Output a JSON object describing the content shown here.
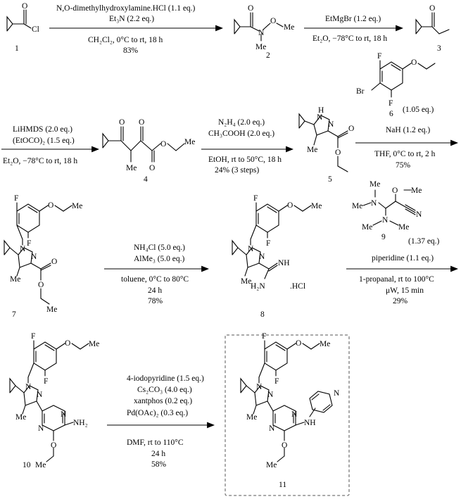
{
  "compounds": {
    "c1": "1",
    "c2": "2",
    "c3": "3",
    "c4": "4",
    "c5": "5",
    "c6": "6",
    "c7": "7",
    "c8": "8",
    "c9": "9",
    "c10": "10",
    "c11": "11"
  },
  "structure_labels": {
    "O": "O",
    "Cl": "Cl",
    "N": "N",
    "Me": "Me",
    "H": "H",
    "F": "F",
    "Br": "Br",
    "NH": "NH",
    "H2N": "H₂N",
    "HCl": ".HCl",
    "NH2": "NH₂"
  },
  "steps": {
    "s1": {
      "above": [
        "N,O-dimethylhydroxylamine.HCl (1.1 eq.)",
        "Et₃N (2.2 eq.)"
      ],
      "below": [
        "CH₂Cl₂, 0°C to rt, 18 h",
        "83%"
      ]
    },
    "s2": {
      "above": [
        "EtMgBr (1.2 eq.)"
      ],
      "below": [
        "Et₂O, −78°C to rt, 18 h"
      ]
    },
    "s3": {
      "above": [
        "LiHMDS (2.0 eq.)",
        "(EtOCO)₂ (1.5 eq.)"
      ],
      "below": [
        "Et₂O, −78°C to rt, 18 h"
      ]
    },
    "s4": {
      "above": [
        "N₂H₄ (2.0 eq.)",
        "CH₃COOH (2.0 eq.)"
      ],
      "below": [
        "EtOH, rt to 50°C, 18 h",
        "24% (3 steps)"
      ]
    },
    "s5": {
      "above": [
        "(1.05 eq.)",
        "NaH (1.2 eq.)"
      ],
      "below": [
        "THF, 0°C to rt, 2 h",
        "75%"
      ]
    },
    "s6": {
      "above": [
        "NH₄Cl (5.0 eq.)",
        "AlMe₃ (5.0 eq.)"
      ],
      "below": [
        "toluene, 0°C to 80°C",
        "24 h",
        "78%"
      ]
    },
    "s7": {
      "reagent_eq": "(1.37 eq.)",
      "above": [
        "piperidine (1.1 eq.)"
      ],
      "below": [
        "1-propanal, rt to 100°C",
        "μW, 15 min",
        "29%"
      ]
    },
    "s8": {
      "above": [
        "4-iodopyridine (1.5 eq.)",
        "Cs₂CO₃ (4.0 eq.)",
        "xantphos (0.2 eq.)",
        "Pd(OAc)₂ (0.3 eq.)"
      ],
      "below": [
        "DMF, rt to 110°C",
        "24 h",
        "58%"
      ]
    }
  }
}
